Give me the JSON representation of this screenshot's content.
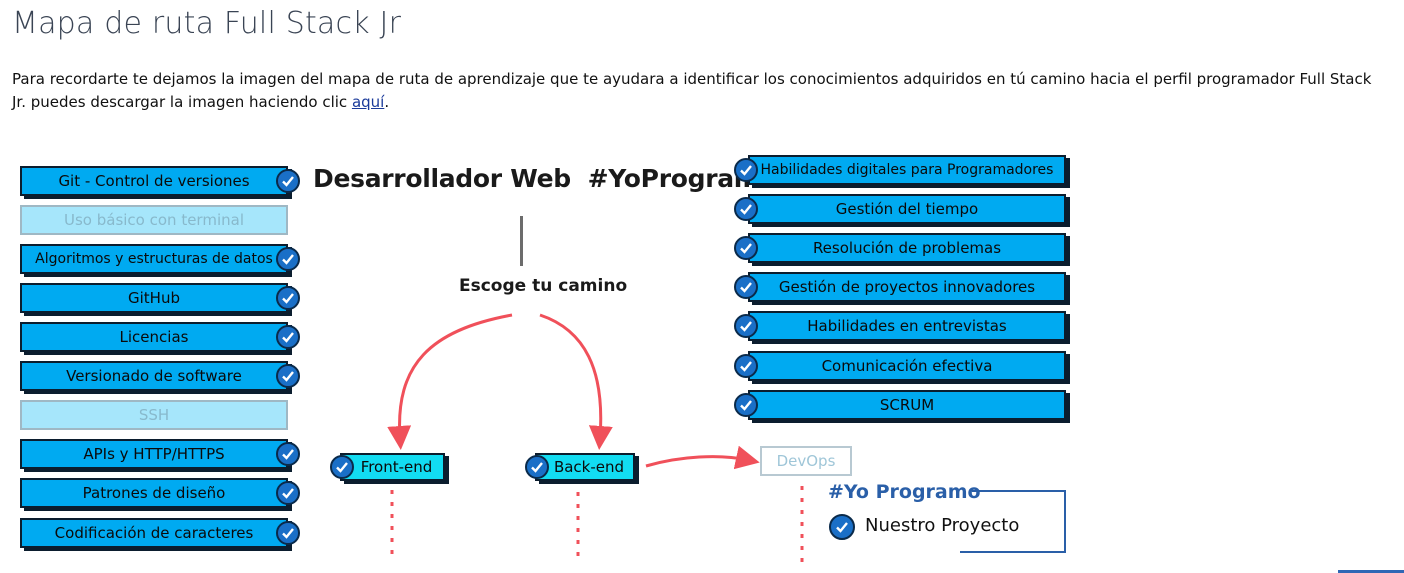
{
  "page": {
    "title": "Mapa de ruta Full Stack Jr",
    "intro_text": "Para recordarte te dejamos la imagen del mapa de ruta de aprendizaje que te ayudara a identificar los conocimientos adquiridos en tú camino hacia el perfil programador Full Stack Jr. puedes descargar la imagen haciendo clic ",
    "intro_link": "aquí",
    "intro_end": "."
  },
  "roadmap": {
    "heading": "Desarrollador Web  #YoPrograme",
    "choose": "Escoge tu camino",
    "left_skills": [
      {
        "label": "Git - Control de versiones",
        "done": true
      },
      {
        "label": "Uso básico con terminal",
        "done": false
      },
      {
        "label": "Algoritmos y estructuras de datos",
        "done": true
      },
      {
        "label": "GitHub",
        "done": true
      },
      {
        "label": "Licencias",
        "done": true
      },
      {
        "label": "Versionado de software",
        "done": true
      },
      {
        "label": "SSH",
        "done": false
      },
      {
        "label": "APIs y HTTP/HTTPS",
        "done": true
      },
      {
        "label": "Patrones de diseño",
        "done": true
      },
      {
        "label": "Codificación de caracteres",
        "done": true
      }
    ],
    "soft_skills": [
      {
        "label": "Habilidades digitales para Programadores",
        "done": true
      },
      {
        "label": "Gestión del tiempo",
        "done": true
      },
      {
        "label": "Resolución de problemas",
        "done": true
      },
      {
        "label": "Gestión de proyectos innovadores",
        "done": true
      },
      {
        "label": "Habilidades en entrevistas",
        "done": true
      },
      {
        "label": "Comunicación efectiva",
        "done": true
      },
      {
        "label": "SCRUM",
        "done": true
      }
    ],
    "paths": {
      "frontend": "Front-end",
      "backend": "Back-end",
      "devops": "DevOps"
    },
    "project": {
      "brand": "#Yo Programo",
      "label": "Nuestro Proyecto"
    }
  },
  "colors": {
    "box_fill": "#00aaf1",
    "box_inactive": "#a6e6fb",
    "tag_fill": "#12dcf2",
    "arrow": "#f0505a",
    "check": "#1a6fc7",
    "brand": "#2a5fa8"
  }
}
